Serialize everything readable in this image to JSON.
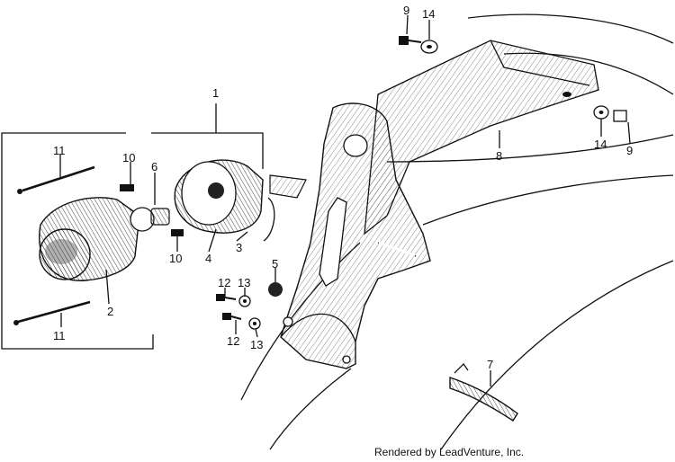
{
  "callouts": {
    "c1": "1",
    "c2": "2",
    "c3": "3",
    "c4": "4",
    "c5": "5",
    "c6": "6",
    "c7": "7",
    "c8": "8",
    "c9a": "9",
    "c9b": "9",
    "c10a": "10",
    "c10b": "10",
    "c11a": "11",
    "c11b": "11",
    "c12a": "12",
    "c12b": "12",
    "c13a": "13",
    "c13b": "13",
    "c14a": "14",
    "c14b": "14"
  },
  "credit": "Rendered by LeadVenture, Inc."
}
